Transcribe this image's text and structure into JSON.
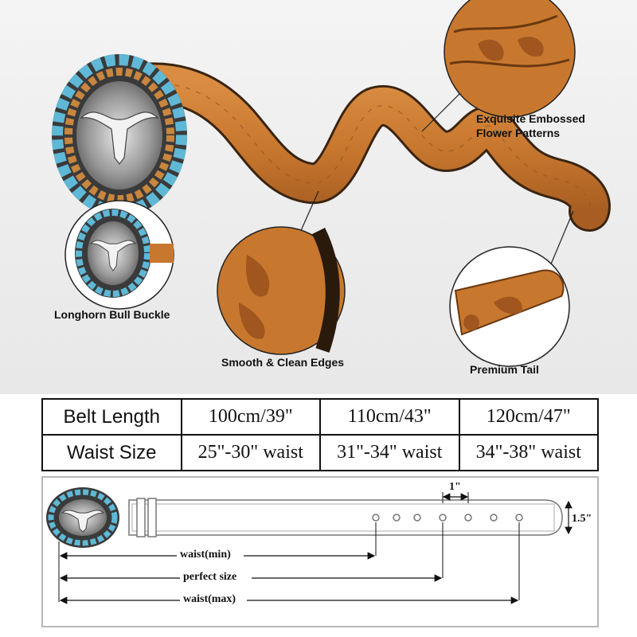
{
  "callouts": {
    "embossed": "Exquisite Embossed\nFlower Patterns",
    "buckle": "Longhorn Bull Buckle",
    "edges": "Smooth & Clean Edges",
    "tail": "Premium Tail"
  },
  "size_table": {
    "rows": [
      {
        "label": "Belt Length",
        "values": [
          "100cm/39\"",
          "110cm/43\"",
          "120cm/47\""
        ]
      },
      {
        "label": "Waist Size",
        "values": [
          "25\"-30\" waist",
          "31\"-34\" waist",
          "34\"-38\" waist"
        ]
      }
    ]
  },
  "diagram": {
    "hole_spacing": "1\"",
    "belt_width": "1.5\"",
    "waist_min": "waist(min)",
    "perfect_size": "perfect size",
    "waist_max": "waist(max)"
  },
  "colors": {
    "leather": "#c8782e",
    "leather_dark": "#8a4a18",
    "turquoise": "#5fb8d6",
    "silver": "#cfcfcf"
  }
}
